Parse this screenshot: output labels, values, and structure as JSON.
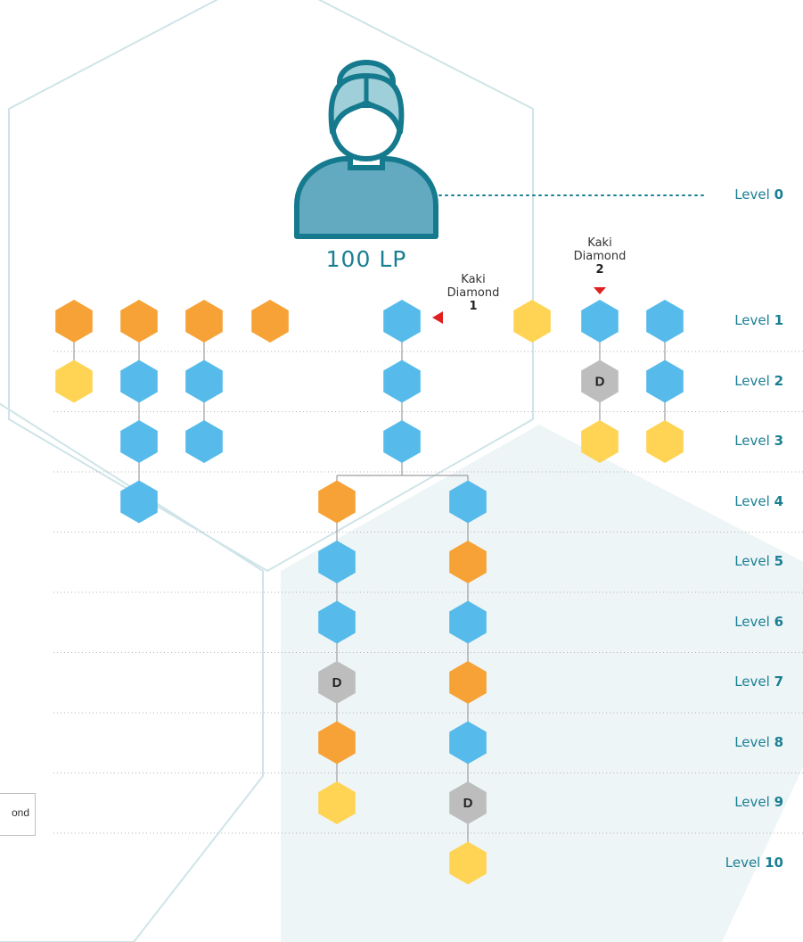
{
  "root": {
    "lp_label": "100 LP"
  },
  "level_word": "Level",
  "levels": [
    "0",
    "1",
    "2",
    "3",
    "4",
    "5",
    "6",
    "7",
    "8",
    "9",
    "10"
  ],
  "kaki_markers": [
    {
      "line1": "Kaki",
      "line2": "Diamond",
      "num": "1"
    },
    {
      "line1": "Kaki",
      "line2": "Diamond",
      "num": "2"
    }
  ],
  "legend_fragment": "ond",
  "diamond_letter": "D",
  "colors": {
    "orange": "#f7a236",
    "yellow": "#ffd455",
    "blue": "#56bbea",
    "gray": "#bdbdbd",
    "accent": "#1a7f94",
    "marker": "#e02020"
  },
  "columns": [
    [
      "orange",
      "yellow"
    ],
    [
      "orange",
      "blue",
      "blue",
      "blue"
    ],
    [
      "orange",
      "blue",
      "blue"
    ],
    [
      "orange"
    ],
    [
      "blue",
      "blue",
      "blue"
    ],
    [
      "yellow"
    ],
    [
      "blue",
      "gray",
      "yellow"
    ],
    [
      "blue",
      "blue",
      "yellow"
    ],
    [
      "orange",
      "blue",
      "blue",
      "gray",
      "orange",
      "yellow"
    ],
    [
      "blue",
      "orange",
      "blue",
      "orange",
      "blue",
      "gray",
      "yellow"
    ]
  ]
}
